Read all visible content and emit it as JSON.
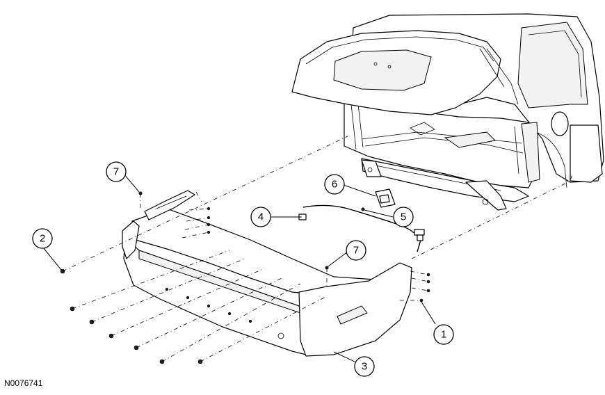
{
  "figure_id": "N0076741",
  "callouts": [
    "1",
    "2",
    "3",
    "4",
    "5",
    "6",
    "7",
    "7"
  ]
}
